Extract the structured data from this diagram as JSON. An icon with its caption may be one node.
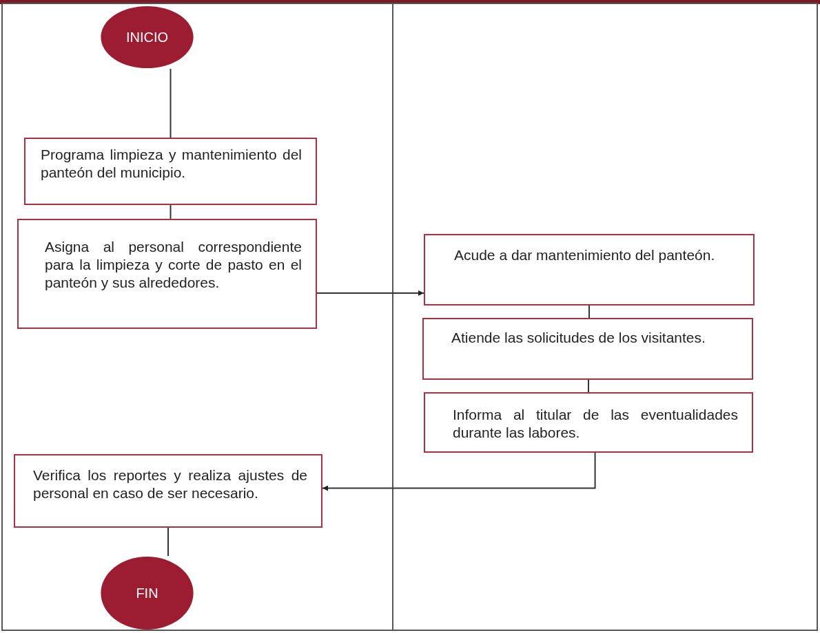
{
  "diagram": {
    "nodes": [
      {
        "text": [
          "INICIO"
        ]
      },
      {
        "text": [
          "Programa limpieza y mantenimiento del panteón del municipio."
        ]
      },
      {
        "text": [
          "Asigna al personal correspondiente para la limpieza y corte de pasto en el panteón y sus alrededores."
        ]
      },
      {
        "text": [
          "Acude a dar mantenimiento del panteón."
        ]
      },
      {
        "text": [
          "Atiende las solicitudes de los visitantes."
        ]
      },
      {
        "text": [
          "Informa al titular de las eventualidades durante las labores."
        ]
      },
      {
        "text": [
          "Verifica los reportes y realiza ajustes de personal en caso de ser necesario."
        ]
      },
      {
        "text": [
          "FIN"
        ]
      }
    ],
    "edges": [
      {
        "from": 0,
        "to": 1,
        "arrow": "none"
      },
      {
        "from": 1,
        "to": 2,
        "arrow": "none"
      },
      {
        "from": 2,
        "to": 3,
        "arrow": "to"
      },
      {
        "from": 3,
        "to": 4,
        "arrow": "none"
      },
      {
        "from": 4,
        "to": 5,
        "arrow": "none"
      },
      {
        "from": 5,
        "to": 6,
        "arrow": "to"
      },
      {
        "from": 6,
        "to": 7,
        "arrow": "none"
      }
    ]
  }
}
